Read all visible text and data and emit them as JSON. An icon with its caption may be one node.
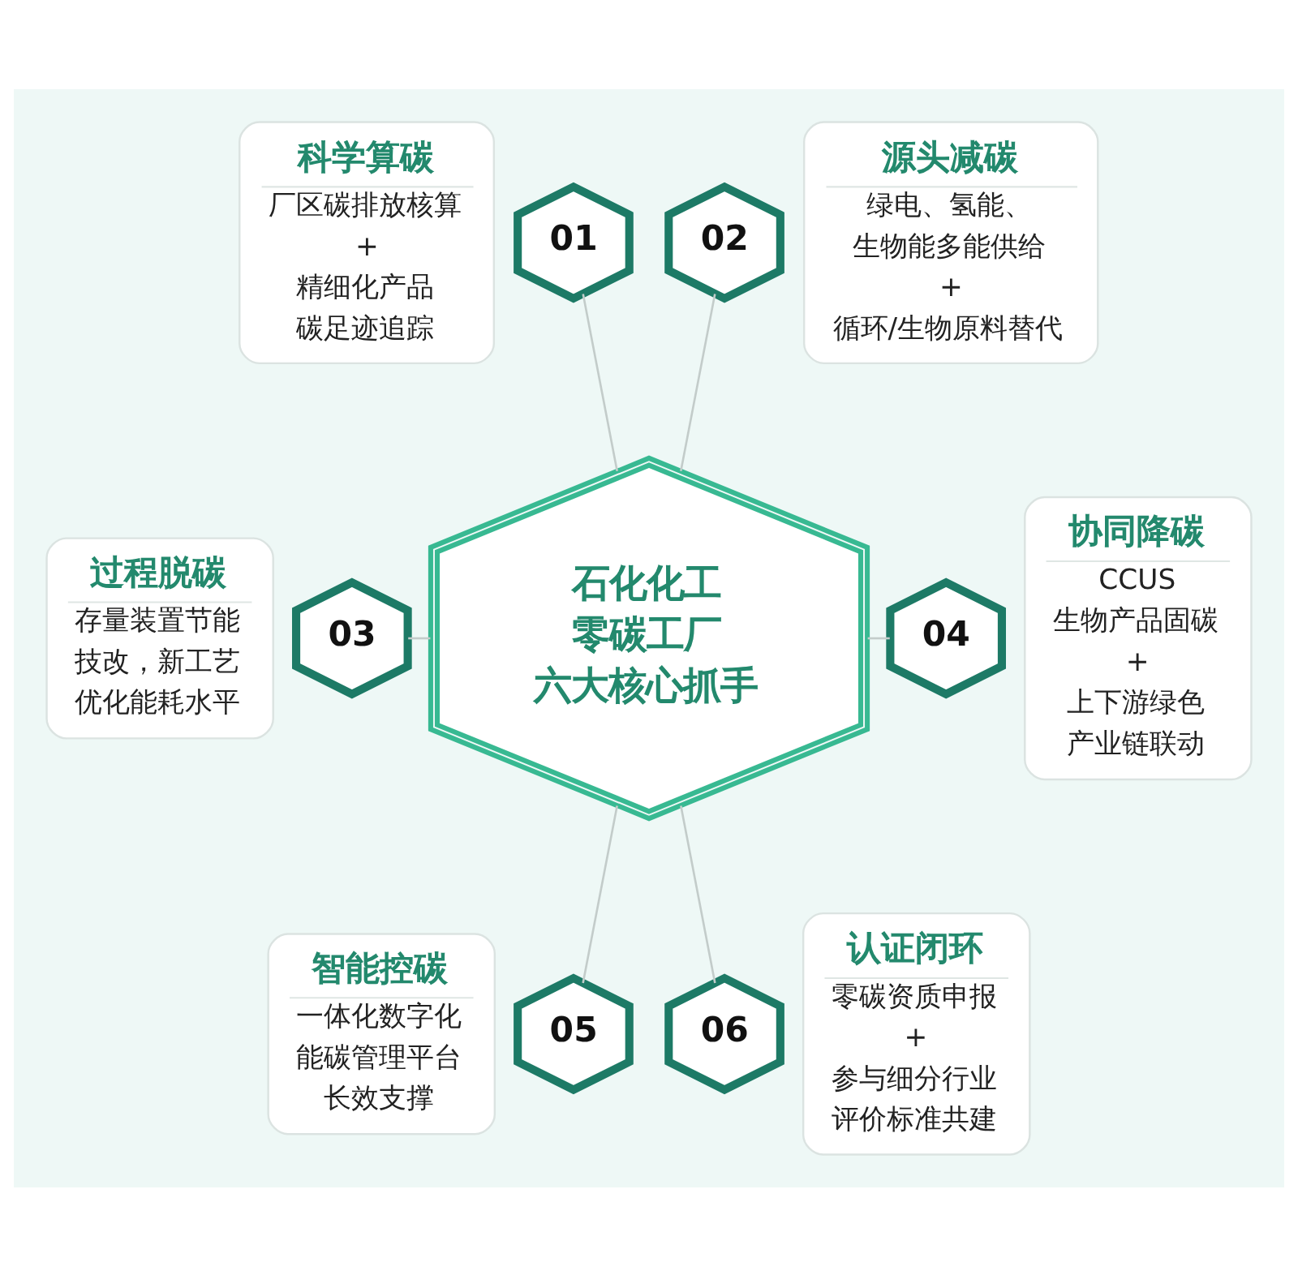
{
  "diagram": {
    "nodes": [
      {
        "text": [
          "石化化工零碳工厂六大核心抓手"
        ]
      },
      {
        "text": [
          "科学算碳",
          "厂区碳排放核算",
          "+",
          "精细化产品碳足迹追踪"
        ]
      },
      {
        "text": [
          "01"
        ]
      },
      {
        "text": [
          "源头减碳",
          "绿电、氢能、生物能多能供给",
          "+",
          "循环/生物原料替代"
        ]
      },
      {
        "text": [
          "02"
        ]
      },
      {
        "text": [
          "过程脱碳",
          "存量装置节能技改，新工艺优化能耗水平"
        ]
      },
      {
        "text": [
          "03"
        ]
      },
      {
        "text": [
          "协同降碳",
          "CCUS",
          "生物产品固碳",
          "+",
          "上下游绿色产业链联动"
        ]
      },
      {
        "text": [
          "04"
        ]
      },
      {
        "text": [
          "智能控碳",
          "一体化数字化能碳管理平台长效支撑"
        ]
      },
      {
        "text": [
          "05"
        ]
      },
      {
        "text": [
          "认证闭环",
          "零碳资质申报",
          "+",
          "参与细分行业评价标准共建"
        ]
      },
      {
        "text": [
          "06"
        ]
      }
    ],
    "edges": [
      {
        "from": 2,
        "to": 0,
        "arrow": "none"
      },
      {
        "from": 4,
        "to": 0,
        "arrow": "none"
      },
      {
        "from": 6,
        "to": 0,
        "arrow": "none"
      },
      {
        "from": 0,
        "to": 8,
        "arrow": "none"
      },
      {
        "from": 0,
        "to": 10,
        "arrow": "none"
      },
      {
        "from": 0,
        "to": 12,
        "arrow": "none"
      }
    ]
  }
}
